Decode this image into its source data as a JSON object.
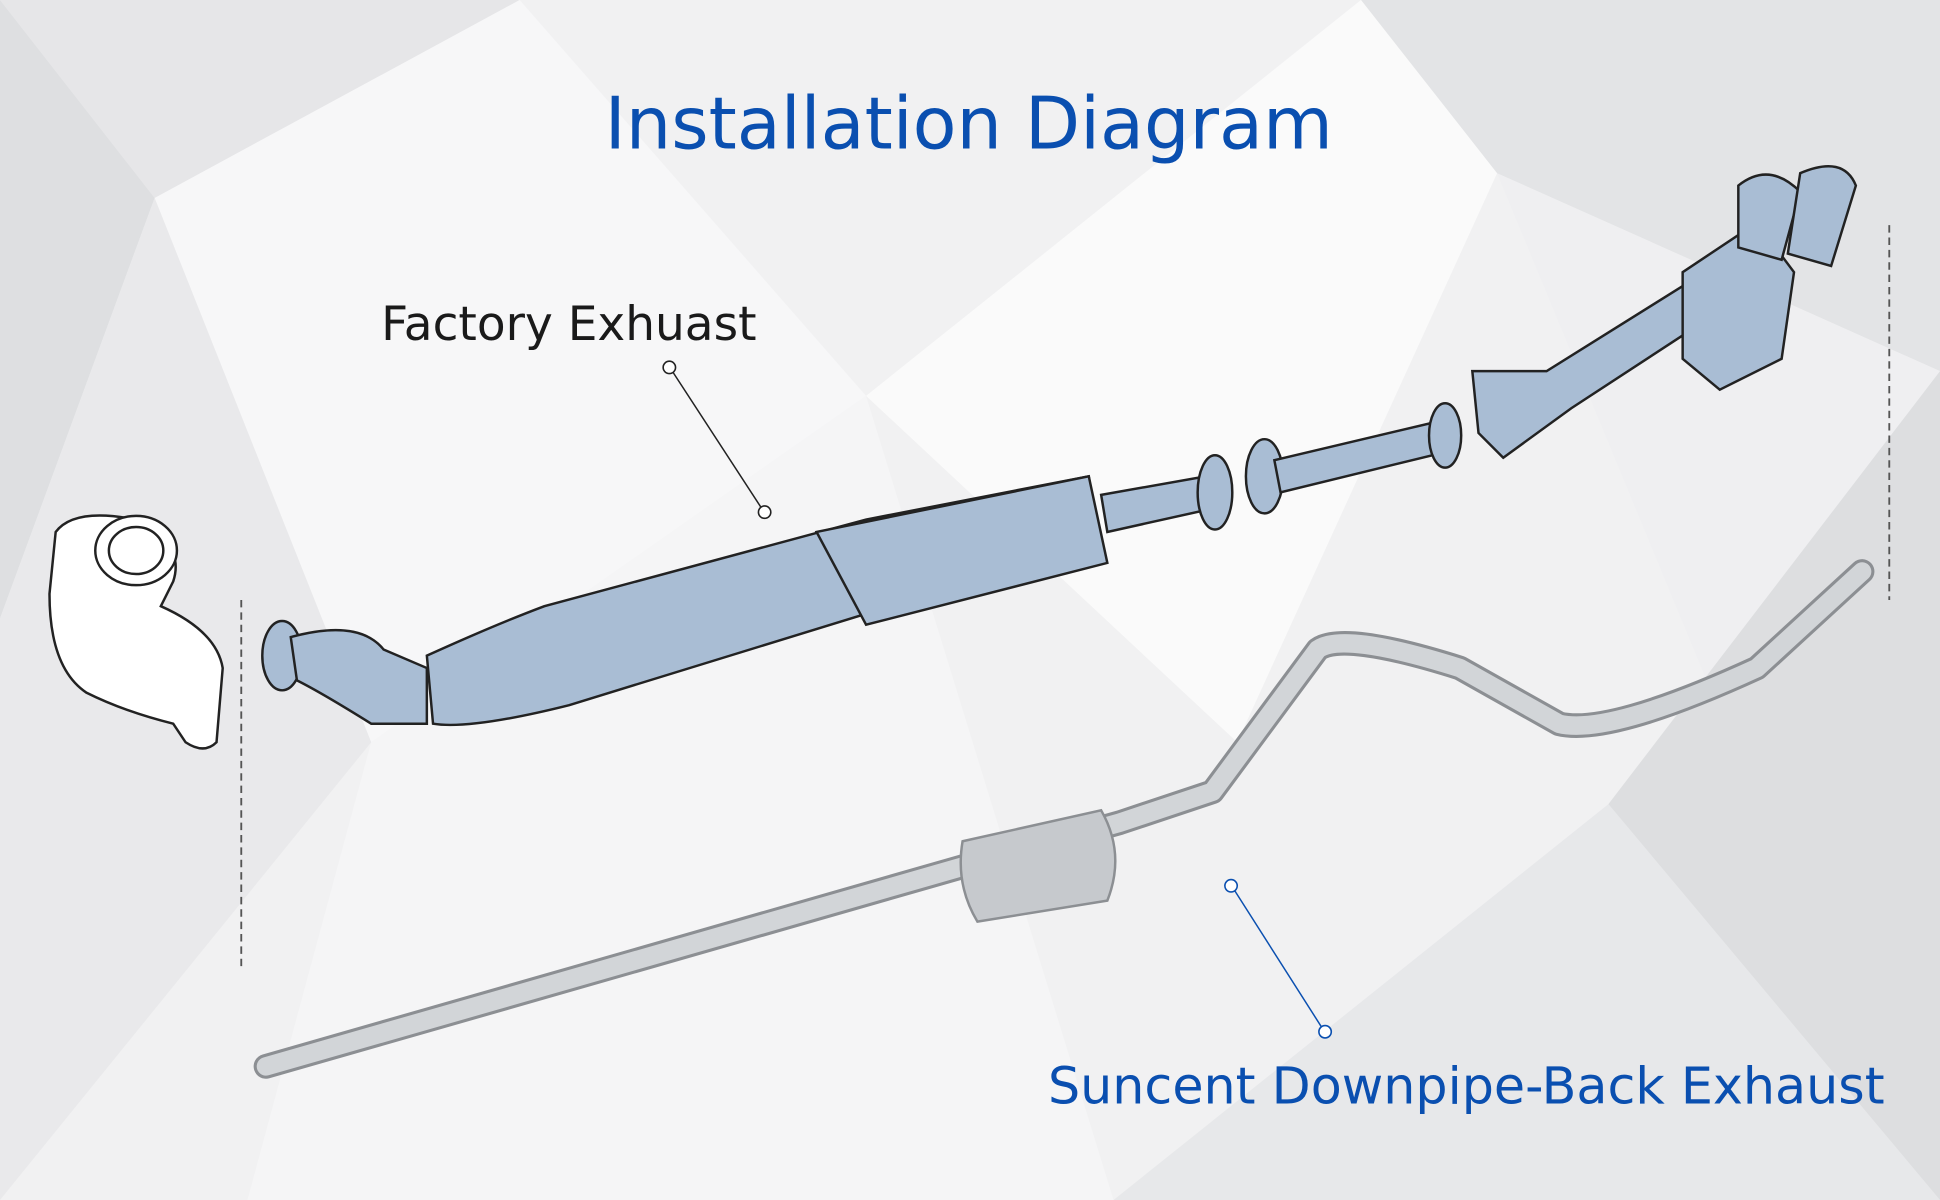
{
  "title": "Installation Diagram",
  "labels": {
    "factory": "Factory Exhuast",
    "suncent": "Suncent Downpipe-Back Exhaust"
  },
  "colors": {
    "accent": "#0a4fb0",
    "factory_part": "#a9bdd4",
    "suncent_part": "#c6c9cd"
  }
}
